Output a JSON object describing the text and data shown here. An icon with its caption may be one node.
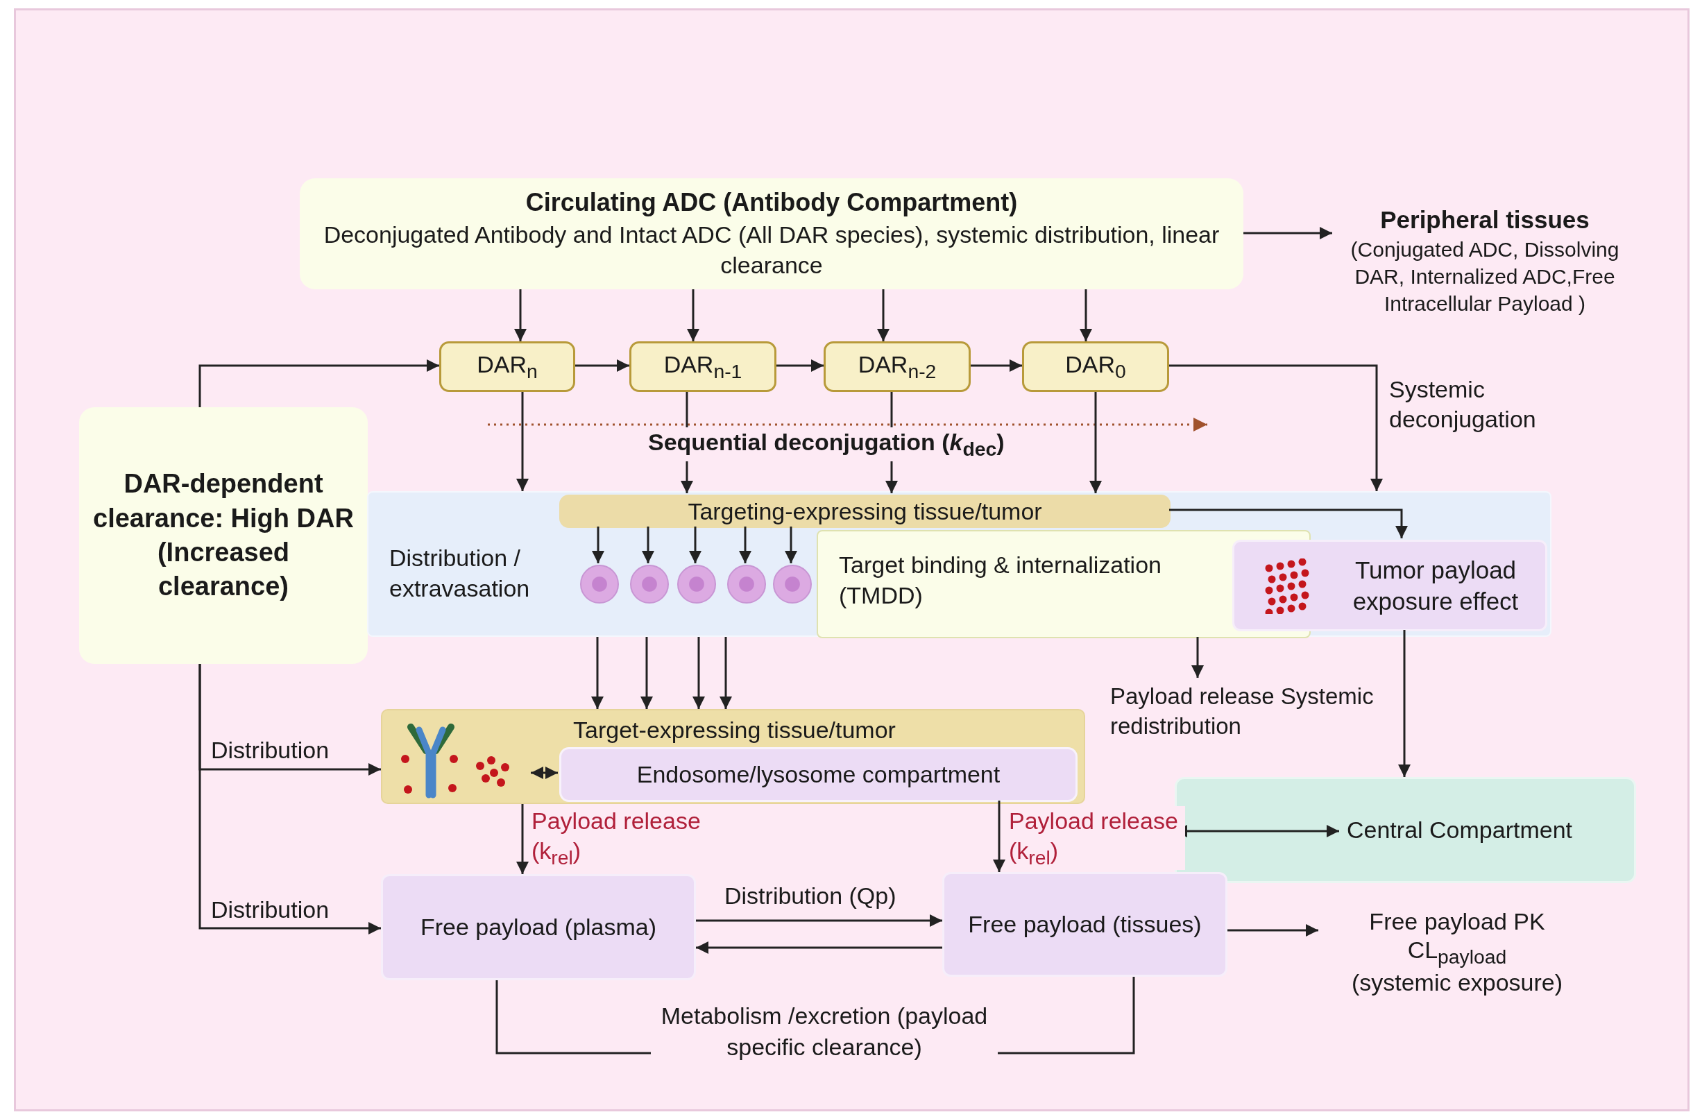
{
  "diagram": {
    "nodes": [
      {
        "text": [
          "Circulating ADC (Antibody Compartment)",
          "Deconjugated Antibody and Intact ADC (All DAR species), systemic distribution, linear clearance"
        ]
      },
      {
        "text": [
          "Peripheral tissues",
          "(Conjugated ADC, Dissolving DAR, Internalized ADC,Free Intracellular Payload )"
        ]
      },
      {
        "text": [
          "DAR$_{n}$"
        ]
      },
      {
        "text": [
          "DAR$_{n-1}$"
        ]
      },
      {
        "text": [
          "DAR$_{n-2}$"
        ]
      },
      {
        "text": [
          "DAR$_{0}$"
        ]
      },
      {
        "text": [
          "DAR-dependent clearance: High DAR (Increased clearance)"
        ]
      },
      {
        "text": [
          "Distribution / extravasation"
        ]
      },
      {
        "text": [
          "Targeting-expressing tissue/tumor"
        ],
        "in": 7
      },
      {
        "text": [],
        "shape": "circle",
        "in": 7
      },
      {
        "text": [],
        "shape": "circle",
        "in": 7
      },
      {
        "text": [],
        "shape": "circle",
        "in": 7
      },
      {
        "text": [],
        "shape": "circle",
        "in": 7
      },
      {
        "text": [],
        "shape": "circle",
        "in": 7
      },
      {
        "text": [
          "Target binding & internalization (TMDD)"
        ],
        "in": 7
      },
      {
        "text": [
          "Tumor payload exposure effect"
        ],
        "in": 7
      },
      {
        "text": [
          "Target-expressing tissue/tumor"
        ]
      },
      {
        "text": [
          "Endosome/lysosome compartment"
        ],
        "in": 16
      },
      {
        "text": [],
        "shape": "picture",
        "in": 16
      },
      {
        "text": [
          "Payload release Systemic redistribution"
        ]
      },
      {
        "text": [
          "Central Compartment"
        ]
      },
      {
        "text": [
          "Free payload (plasma)"
        ]
      },
      {
        "text": [
          "Free payload (tissues)"
        ]
      },
      {
        "text": [
          "Free payload PK",
          "CL$_{payload}$",
          "(systemic exposure)"
        ]
      },
      {
        "text": [
          "Metabolism /excretion (payload specific clearance)"
        ]
      }
    ],
    "edges": [
      {
        "from": 0,
        "to": 1,
        "arrow": "to"
      },
      {
        "from": 0,
        "to": 2,
        "arrow": "to"
      },
      {
        "from": 0,
        "to": 3,
        "arrow": "to"
      },
      {
        "from": 0,
        "to": 4,
        "arrow": "to"
      },
      {
        "from": 0,
        "to": 5,
        "arrow": "to"
      },
      {
        "from": 2,
        "to": 3,
        "arrow": "to"
      },
      {
        "from": 3,
        "to": 4,
        "arrow": "to"
      },
      {
        "from": 4,
        "to": 5,
        "arrow": "to"
      },
      {
        "from": 6,
        "to": 2,
        "arrow": "to"
      },
      {
        "from": 2,
        "to": 7,
        "arrow": "to"
      },
      {
        "from": 3,
        "to": 8,
        "arrow": "to"
      },
      {
        "from": 4,
        "to": 8,
        "arrow": "to"
      },
      {
        "from": 5,
        "to": 8,
        "arrow": "to"
      },
      {
        "from": 5,
        "to": 7,
        "arrow": "to",
        "label": "Systemic deconjugation"
      },
      {
        "from": 8,
        "to": 15,
        "arrow": "to"
      },
      {
        "from": 8,
        "to": 9,
        "arrow": "to"
      },
      {
        "from": 8,
        "to": 10,
        "arrow": "to"
      },
      {
        "from": 8,
        "to": 11,
        "arrow": "to"
      },
      {
        "from": 8,
        "to": 12,
        "arrow": "to"
      },
      {
        "from": 8,
        "to": 13,
        "arrow": "to"
      },
      {
        "from": 7,
        "to": 16,
        "arrow": "to"
      },
      {
        "from": 7,
        "to": 16,
        "arrow": "to"
      },
      {
        "from": 7,
        "to": 16,
        "arrow": "to"
      },
      {
        "from": 7,
        "to": 16,
        "arrow": "to"
      },
      {
        "from": 14,
        "to": 19,
        "arrow": "to"
      },
      {
        "from": 15,
        "to": 20,
        "arrow": "to"
      },
      {
        "from": null,
        "to": 20,
        "arrow": "both"
      },
      {
        "from": 6,
        "to": 16,
        "arrow": "to",
        "label": "Distribution"
      },
      {
        "from": 6,
        "to": 21,
        "arrow": "to",
        "label": "Distribution"
      },
      {
        "from": 18,
        "to": 17,
        "arrow": "both"
      },
      {
        "from": 16,
        "to": 21,
        "arrow": "to",
        "label": "Payload release (k$_{rel}$)"
      },
      {
        "from": 17,
        "to": 22,
        "arrow": "to",
        "label": "Payload release (k$_{rel}$)"
      },
      {
        "from": 21,
        "to": 22,
        "arrow": "to",
        "label": "Distribution (Qp)"
      },
      {
        "from": 22,
        "to": 21,
        "arrow": "to"
      },
      {
        "from": 22,
        "to": 23,
        "arrow": "to"
      },
      {
        "from": 21,
        "to": 24,
        "arrow": "none"
      },
      {
        "from": 22,
        "to": 24,
        "arrow": "none"
      }
    ],
    "labels": [
      "Sequential deconjugation (*k*$_{dec}$)"
    ]
  }
}
